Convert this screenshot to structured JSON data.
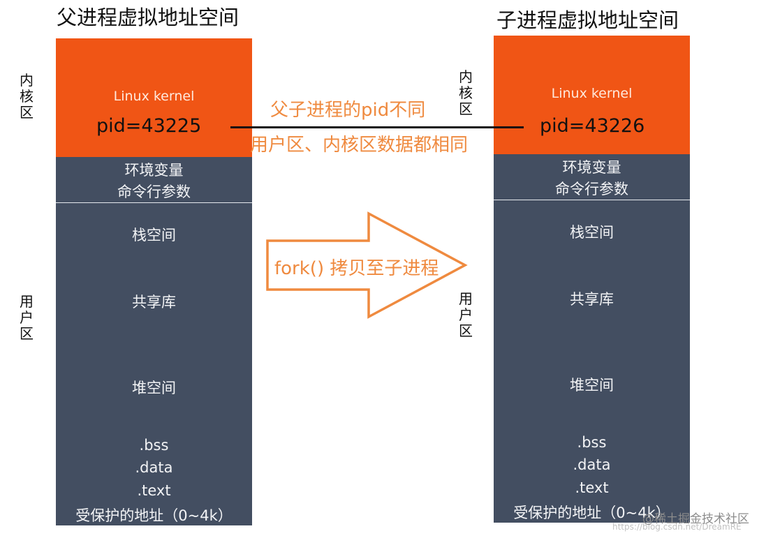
{
  "parent": {
    "title": "父进程虚拟地址空间",
    "kernel_side_label": [
      "内",
      "核",
      "区"
    ],
    "user_side_label": [
      "用",
      "户",
      "区"
    ],
    "kernel_name": "Linux kernel",
    "pid": "pid=43225",
    "env_lines": [
      "环境变量",
      "命令行参数"
    ],
    "stack": "栈空间",
    "shared_lib": "共享库",
    "heap": "堆空间",
    "bss": ".bss",
    "data": ".data",
    "text": ".text",
    "protected": "受保护的地址（0~4k）"
  },
  "child": {
    "title": "子进程虚拟地址空间",
    "kernel_side_label": [
      "内",
      "核",
      "区"
    ],
    "user_side_label": [
      "用",
      "户",
      "区"
    ],
    "kernel_name": "Linux kernel",
    "pid": "pid=43226",
    "env_lines": [
      "环境变量",
      "命令行参数"
    ],
    "stack": "栈空间",
    "shared_lib": "共享库",
    "heap": "堆空间",
    "bss": ".bss",
    "data": ".data",
    "text": ".text",
    "protected": "受保护的地址（0~4k）"
  },
  "annotations": {
    "pid_diff": "父子进程的pid不同",
    "data_same": "用户区、内核区数据都相同",
    "fork_copy": "fork() 拷贝至子进程"
  },
  "watermark": {
    "main": "@稀土掘金技术社区",
    "url": "https://blog.csdn.net/DreamRE"
  },
  "colors": {
    "kernel": "#f05515",
    "user": "#434e61",
    "annotation": "#ef8a3f"
  }
}
